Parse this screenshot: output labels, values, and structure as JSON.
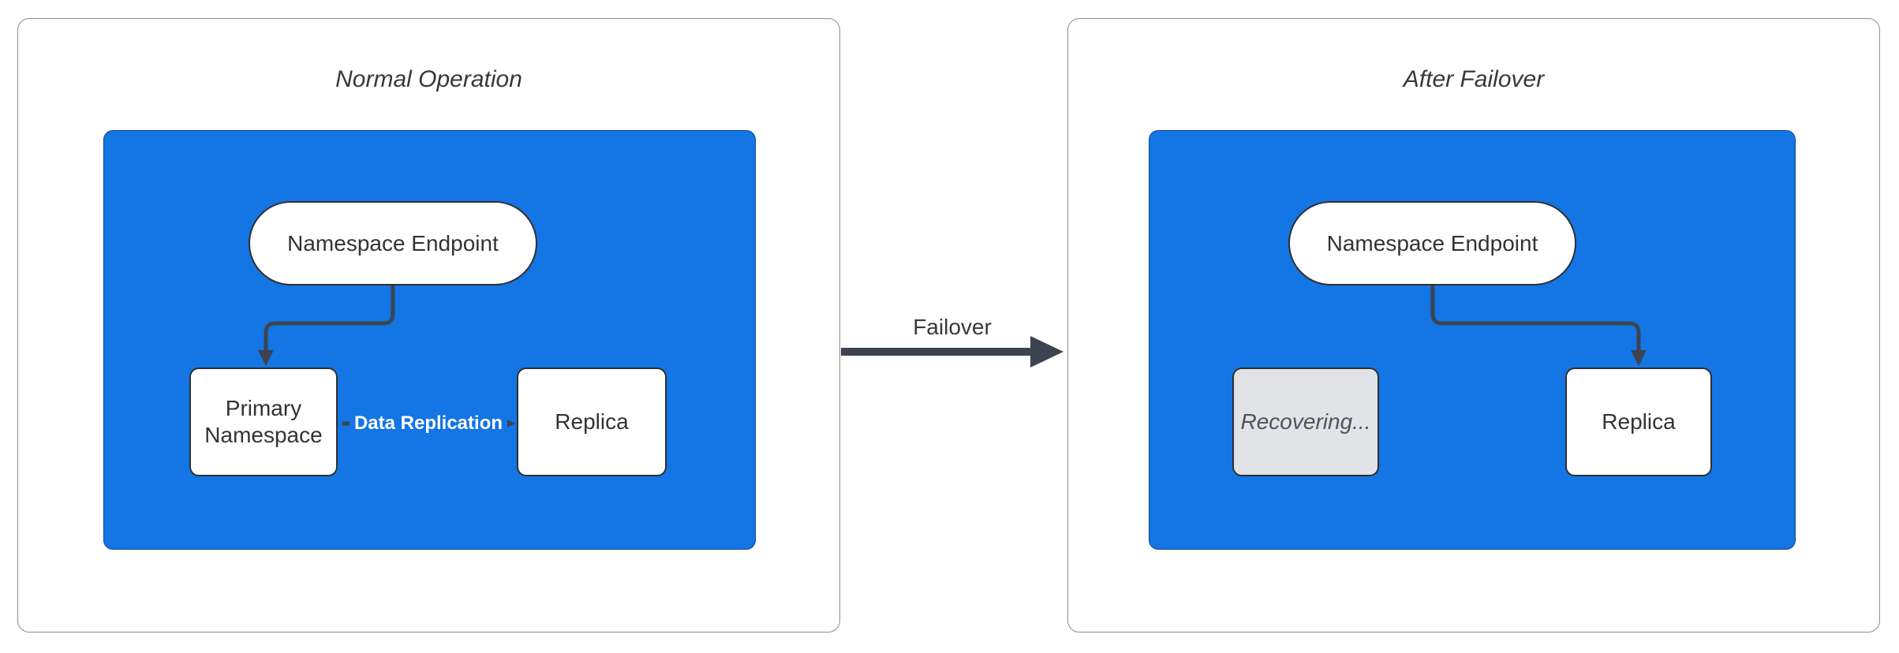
{
  "left_panel": {
    "title": "Normal Operation",
    "endpoint_label": "Namespace Endpoint",
    "primary_label": "Primary Namespace",
    "replication_label": "Data Replication",
    "replica_label": "Replica"
  },
  "right_panel": {
    "title": "After Failover",
    "endpoint_label": "Namespace Endpoint",
    "recovering_label": "Recovering...",
    "replica_label": "Replica"
  },
  "connector_label": "Failover",
  "colors": {
    "container_blue": "#1475E4",
    "node_fill": "#FFFFFF",
    "node_border": "#2F2F2F",
    "node_text": "#333333",
    "recovering_fill": "#E2E3E7",
    "recovering_text": "#4E545C",
    "edge_color": "#3C4450",
    "edge_label_text": "#FFFFFF",
    "panel_border": "#8C8C8C",
    "title_text": "#383838",
    "page_bg": "#FFFFFF"
  }
}
